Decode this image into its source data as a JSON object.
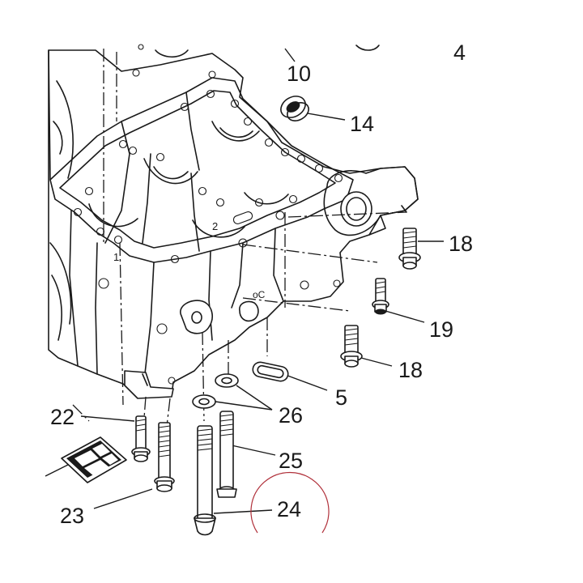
{
  "callouts": {
    "c4": "4",
    "c10": "10",
    "c14": "14",
    "c18a": "18",
    "c19": "19",
    "c18b": "18",
    "c5": "5",
    "c26": "26",
    "c25": "25",
    "c24": "24",
    "c22": "22",
    "c23": "23"
  },
  "casting_marks": {
    "mark_2": "2",
    "mark_1": "1",
    "mark_oc": "oC"
  },
  "colors": {
    "line": "#1a1a1a",
    "highlight_circle": "#b0303a"
  }
}
